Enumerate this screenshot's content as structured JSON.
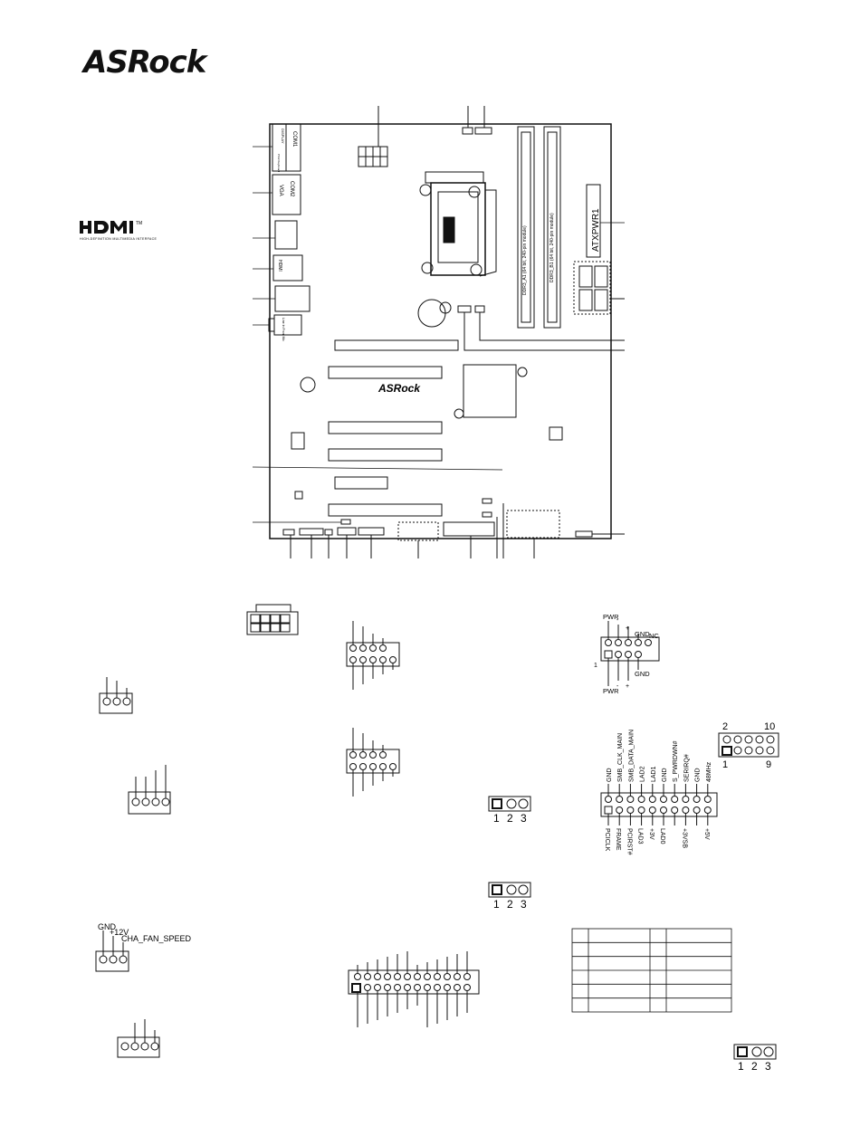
{
  "brand": "ASRock",
  "board": {
    "brand": "ASRock",
    "connectors": {
      "com1_top": "COM1",
      "com1_sub": "DISPLAY",
      "com1_side": "PS/2 Keyboard",
      "com2": "COM2",
      "vga": "VGA",
      "hdmi": "HDMI",
      "audio_note": "Line In Front Mic",
      "atx_power_label": "ATXPWR1",
      "dimm_a": "DDR3_A1 (64 bit, 240-pin module)",
      "dimm_b": "DDR3_B1 (64 bit, 240-pin module)"
    }
  },
  "panel": {
    "pwr_top": "PWR",
    "pwr_bottom": "PWR",
    "gnd_top": "GND",
    "nc": "NC",
    "gnd_bottom": "GND",
    "pin1": "1",
    "plus": "+",
    "minus": "-"
  },
  "lpc": {
    "top_labels": [
      "GND",
      "SMB_CLK_MAIN",
      "SMB_DATA_MAIN",
      "LAD2",
      "LAD1",
      "GND",
      "S_PWRDWN#",
      "SERIRQ#",
      "GND",
      "48MHz"
    ],
    "bottom_labels": [
      "PCICLK",
      "FRAME",
      "PCIRST#",
      "LAD3",
      "+3V",
      "LAD0",
      "",
      "+3VSB",
      "",
      "+5V"
    ]
  },
  "jumpers": {
    "nums": [
      "1",
      "2",
      "3"
    ]
  },
  "header10": {
    "n2": "2",
    "n10": "10",
    "n1": "1",
    "n9": "9"
  },
  "fan": {
    "gnd": "GND",
    "v12": "+12V",
    "speed": "CHA_FAN_SPEED"
  },
  "table": {
    "rows": 6,
    "cols": 4
  }
}
